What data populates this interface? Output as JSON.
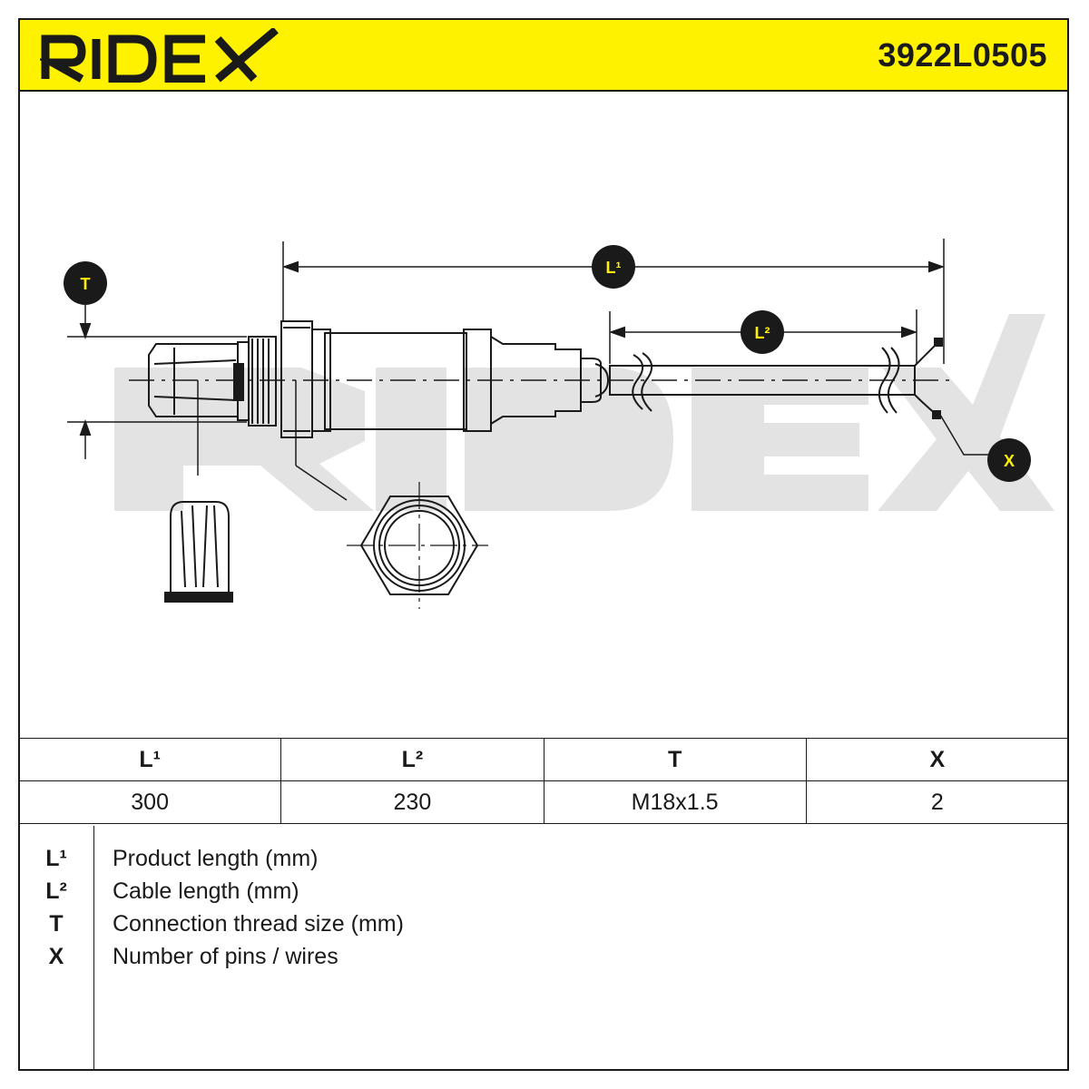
{
  "header": {
    "brand": "RIDEX",
    "part_number": "3922L0505",
    "accent_color": "#fff200"
  },
  "drawing": {
    "callouts": {
      "t": "T",
      "l1": "L¹",
      "l2": "L²",
      "x": "X"
    },
    "watermark": "RIDEX"
  },
  "spec_table": {
    "headers": [
      "L¹",
      "L²",
      "T",
      "X"
    ],
    "values": [
      "300",
      "230",
      "M18x1.5",
      "2"
    ]
  },
  "legend": [
    {
      "symbol": "L¹",
      "description": "Product length (mm)"
    },
    {
      "symbol": "L²",
      "description": "Cable length (mm)"
    },
    {
      "symbol": "T",
      "description": "Connection thread size (mm)"
    },
    {
      "symbol": "X",
      "description": "Number of pins / wires"
    }
  ]
}
